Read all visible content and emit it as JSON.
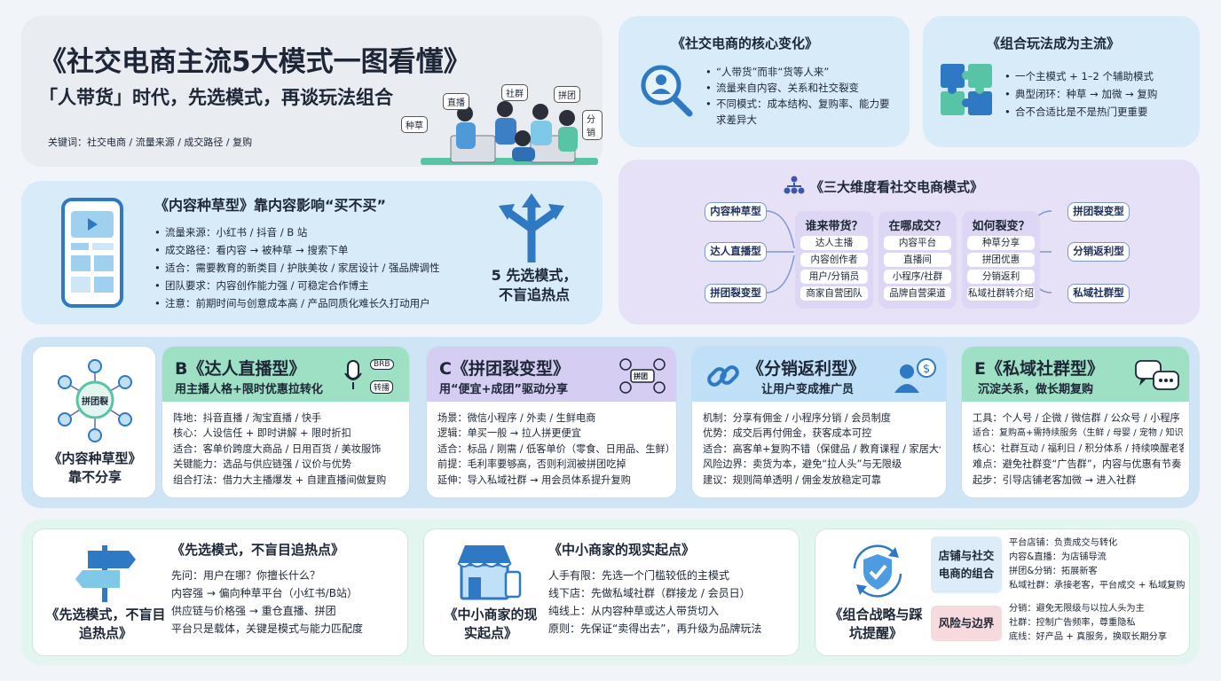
{
  "hero": {
    "title": "《社交电商主流5大模式一图看懂》",
    "subtitle": "「人带货」时代，先选模式，再谈玩法组合",
    "keywords": "关键词：社交电商 / 流量来源 / 成交路径 / 复购",
    "bubbles": [
      "直播",
      "社群",
      "拼团",
      "种草",
      "分销"
    ]
  },
  "core": {
    "title": "《社交电商的核心变化》",
    "items": [
      "“人带货”而非“货等人来”",
      "流量来自内容、关系和社交裂变",
      "不同模式：成本结构、复购率、能力要求差异大"
    ]
  },
  "combo": {
    "title": "《组合玩法成为主流》",
    "items": [
      "一个主模式 + 1–2 个辅助模式",
      "典型闭环：种草 → 加微 → 复购",
      "合不合适比是不是热门更重要"
    ]
  },
  "mode_a": {
    "title": "《内容种草型》",
    "title_suffix": "靠内容影响“买不买”",
    "items": [
      "流量来源：小红书 / 抖音 / B 站",
      "成交路径：看内容 → 被种草 → 搜索下单",
      "适合：需要教育的新类目 / 护肤美妆 / 家居设计 / 强品牌调性",
      "团队要求：内容创作能力强 / 可稳定合作博主",
      "注意：前期时间与创意成本高 / 产品同质化难长久打动用户"
    ],
    "callout": "5 先选模式，不盲追热点"
  },
  "dims": {
    "title": "《三大维度看社交电商模式》",
    "left": [
      "内容种草型",
      "达人直播型",
      "拼团裂变型"
    ],
    "right": [
      "拼团裂变型",
      "分销返利型",
      "私域社群型"
    ],
    "cols": [
      {
        "head": "谁来带货？",
        "items": [
          "达人主播",
          "内容创作者",
          "用户/分销员",
          "商家自营团队"
        ]
      },
      {
        "head": "在哪成交？",
        "items": [
          "内容平台",
          "直播间",
          "小程序/社群",
          "品牌自营渠道"
        ]
      },
      {
        "head": "如何裂变？",
        "items": [
          "种草分享",
          "拼团优惠",
          "分销返利",
          "私域社群转介绍"
        ]
      }
    ]
  },
  "hub": {
    "label": "拼团裂",
    "caption": "《内容种草型》靠不分享"
  },
  "cards": [
    {
      "title": "B《达人直播型》",
      "subtitle": "用主播人格+限时优惠拉转化",
      "badges": [
        "BRB",
        "转播"
      ],
      "lines": [
        "阵地：抖音直播 / 淘宝直播 / 快手",
        "核心：人设信任 + 即时讲解 + 限时折扣",
        "适合：客单价跨度大商品 / 日用百货 / 美妆服饰",
        "关键能力：选品与供应链强 / 议价与优势",
        "组合打法：借力大主播爆发 + 自建直播间做复购"
      ]
    },
    {
      "title": "C《拼团裂变型》",
      "subtitle": "用“便宜+成团”驱动分享",
      "badges": [
        "拼团"
      ],
      "lines": [
        "场景：微信小程序 / 外卖 / 生鲜电商",
        "逻辑：单买一般 → 拉人拼更便宜",
        "适合：标品 / 刚需 / 低客单价（零食、日用品、生鲜）",
        "前提：毛利率要够高，否则利润被拼团吃掉",
        "延伸：导入私域社群 → 用会员体系提升复购"
      ]
    },
    {
      "title": "《分销返利型》",
      "subtitle": "让用户变成推广员",
      "badges": [],
      "lines": [
        "机制：分享有佣金 / 小程序分销 / 会员制度",
        "优势：成交后再付佣金，获客成本可控",
        "适合：高客单+复购不错（保健品 / 教育课程 / 家居大件）",
        "风险边界：卖货为本，避免“拉人头”与无限级",
        "建议：规则简单透明 / 佣金发放稳定可靠"
      ]
    },
    {
      "title": "E《私域社群型》",
      "subtitle": "沉淀关系，做长期复购",
      "badges": [],
      "lines": [
        "工具：个人号 / 企微 / 微信群 / 公众号 / 小程序",
        "适合：复购高+需持续服务（生鲜 / 母婴 / 宠物 / 知识付费）",
        "核心：社群互动 / 福利日 / 积分体系 / 持续唤醒老客",
        "难点：避免社群变“广告群”，内容与优惠有节奏",
        "起步：引导店铺老客加微 → 进入社群"
      ]
    }
  ],
  "bottom1": {
    "title": "《先选模式，不盲目追热点》",
    "lines": [
      "先问：用户在哪？你擅长什么？",
      "内容强 → 偏向种草平台（小红书/B站）",
      "供应链与价格强 → 重仓直播、拼团",
      "平台只是载体，关键是模式与能力匹配度"
    ],
    "caption": "《先选模式，不盲目追热点》"
  },
  "bottom2": {
    "title": "《中小商家的现实起点》",
    "lines": [
      "人手有限：先选一个门槛较低的主模式",
      "线下店：先做私域社群（群接龙 / 会员日）",
      "纯线上：从内容种草或达人带货切入",
      "原则：先保证“卖得出去”，再升级为品牌玩法"
    ],
    "caption": "《中小商家的现实起点》"
  },
  "bottom3": {
    "caption": "《组合战略与踩坑提醒》",
    "tag1": "店铺与社交电商的组合",
    "tag2": "风险与边界",
    "lines1": [
      "平台店铺：负责成交与转化",
      "内容&直播：为店铺导流",
      "拼团&分销：拓展新客",
      "私域社群：承接老客，平台成交 + 私域复购"
    ],
    "lines2": [
      "分销：避免无限级与以拉人头为主",
      "社群：控制广告频率，尊重隐私",
      "底线：好产品 + 真服务，换取长期分享"
    ]
  },
  "colors": {
    "green": "#9ee0c4",
    "purple": "#d6cdf3",
    "blue": "#bfe0f6",
    "lightblue": "#dcecf8",
    "mint": "#e2f6ef",
    "pink": "#f7dade",
    "orange": "#f5c48a"
  }
}
